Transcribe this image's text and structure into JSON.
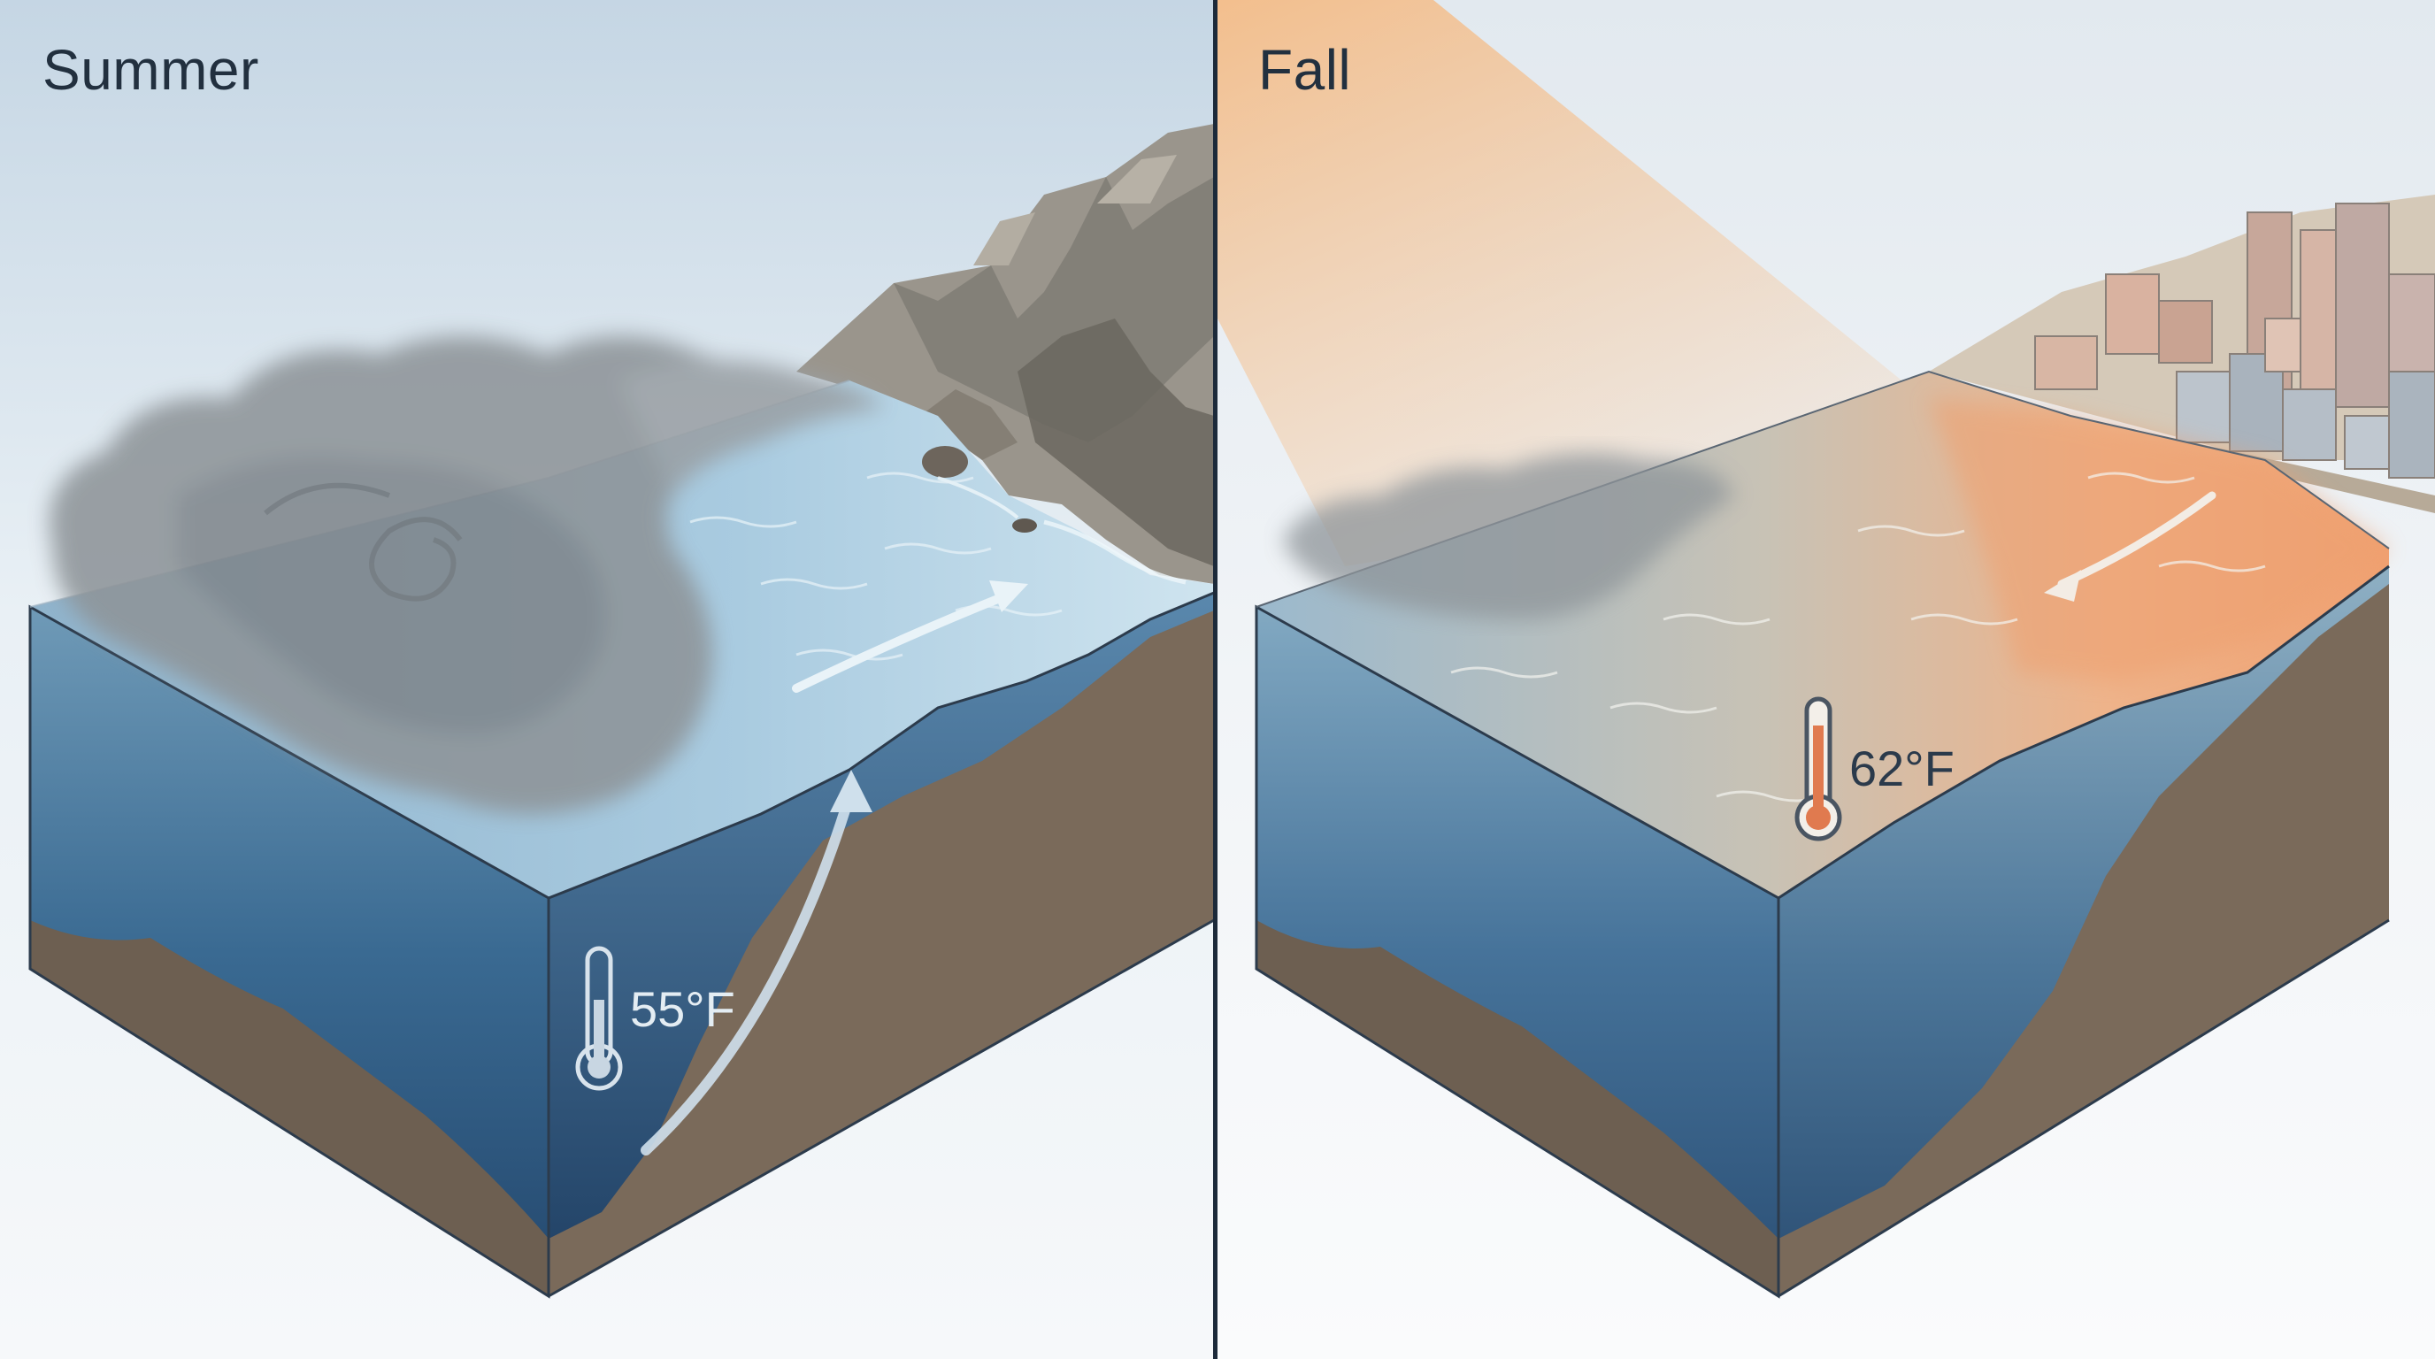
{
  "panels": [
    {
      "title": "Summer",
      "temperature": "55°F"
    },
    {
      "title": "Fall",
      "temperature": "62°F"
    }
  ],
  "colors": {
    "divider": "#1c2a3a",
    "deep_water": "#24486e",
    "surface_water": "#a9cbe0",
    "seabed": "#7a6a5a",
    "fog": "#8e9499",
    "warm_water": "#eea070",
    "sun_beam": "#f6b77c",
    "thermometer_cold": "#c8d6e2",
    "thermometer_warm": "#e07a4f"
  },
  "icons": [
    "thermometer-icon",
    "current-arrow",
    "upwelling-arrow",
    "fog-bank",
    "sun-beam",
    "cityscape",
    "coastal-cliffs"
  ]
}
